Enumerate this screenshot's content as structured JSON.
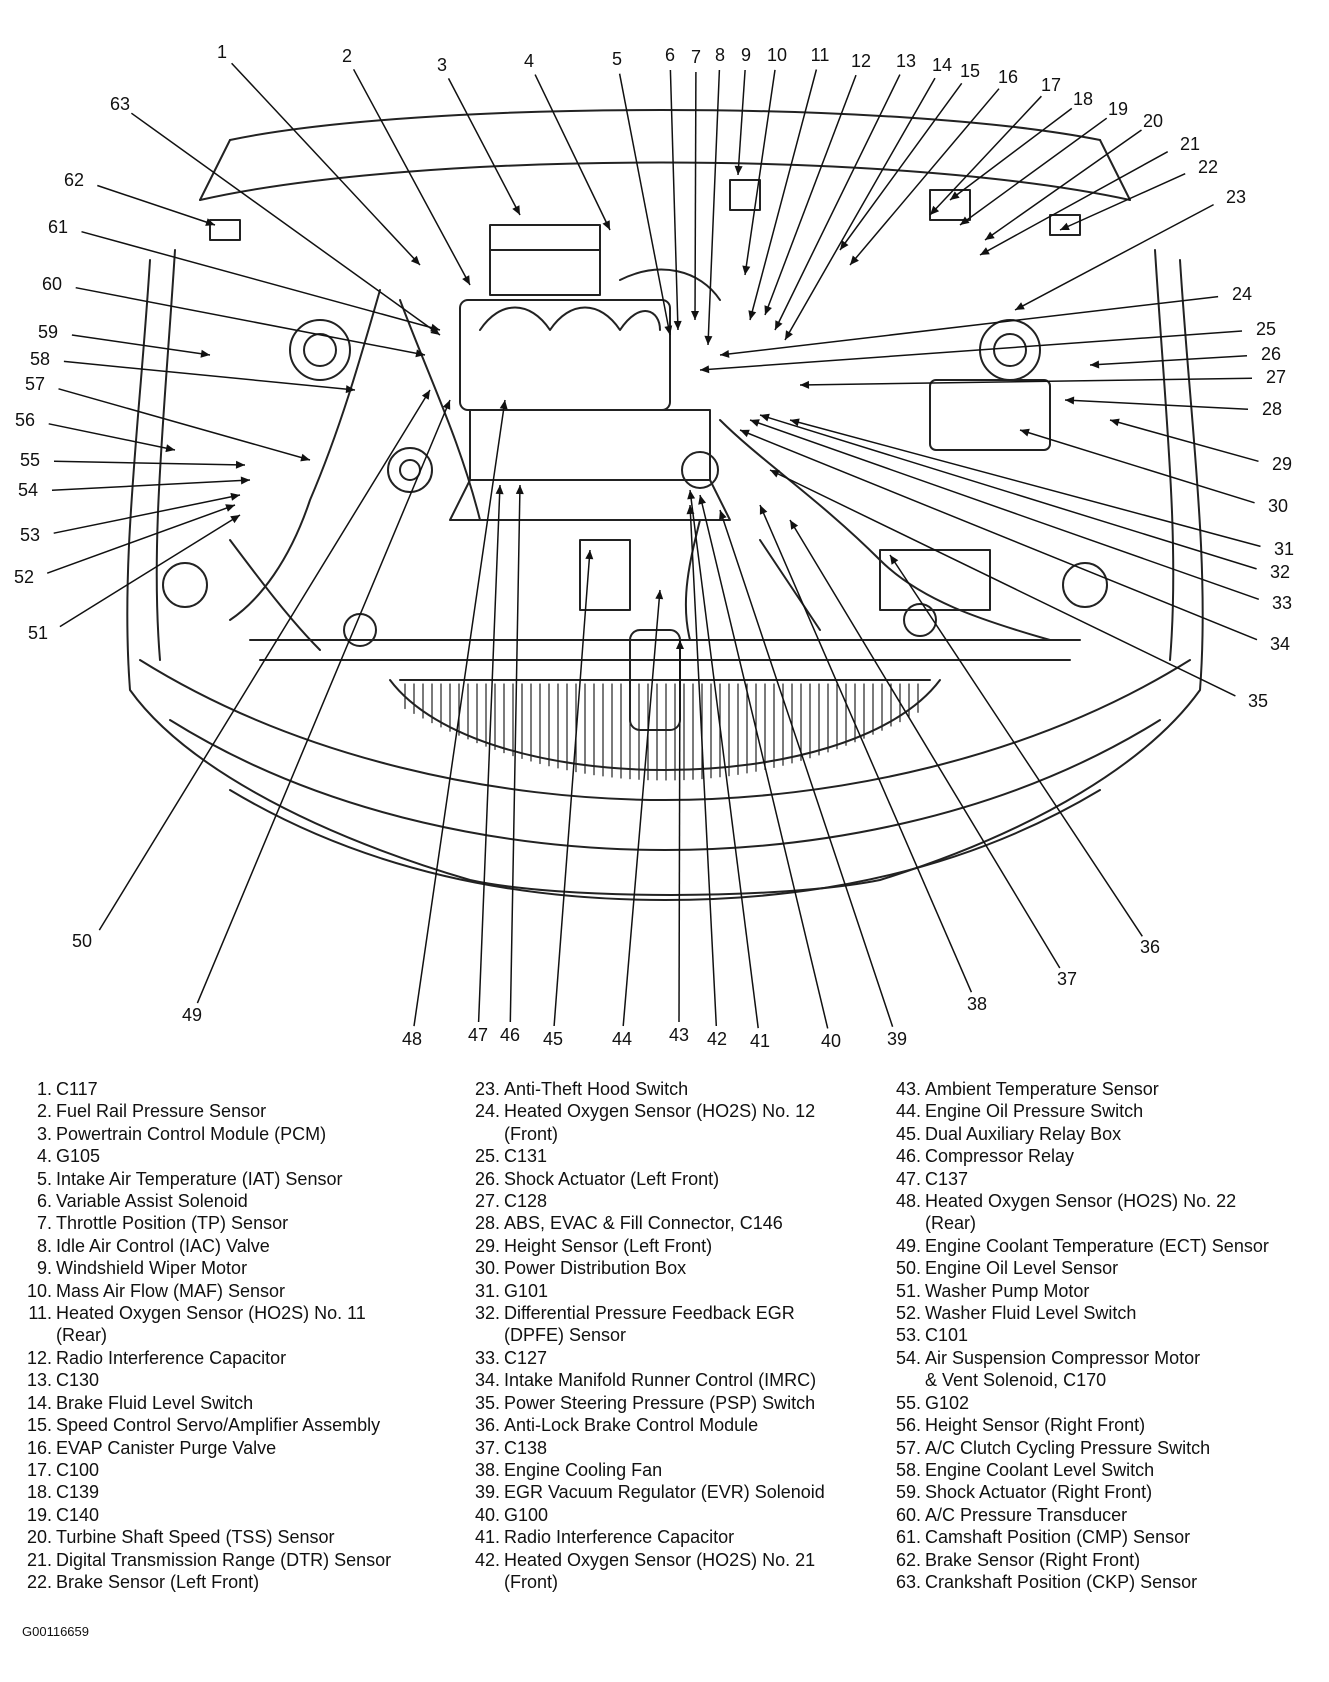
{
  "callouts": [
    "1",
    "2",
    "3",
    "4",
    "5",
    "6",
    "7",
    "8",
    "9",
    "10",
    "11",
    "12",
    "13",
    "14",
    "15",
    "16",
    "17",
    "18",
    "19",
    "20",
    "21",
    "22",
    "23",
    "24",
    "25",
    "26",
    "27",
    "28",
    "29",
    "30",
    "31",
    "32",
    "33",
    "34",
    "35",
    "36",
    "37",
    "38",
    "39",
    "40",
    "41",
    "42",
    "43",
    "44",
    "45",
    "46",
    "47",
    "48",
    "49",
    "50",
    "51",
    "52",
    "53",
    "54",
    "55",
    "56",
    "57",
    "58",
    "59",
    "60",
    "61",
    "62",
    "63"
  ],
  "legend": [
    {
      "num": "1.",
      "lines": [
        "C117"
      ]
    },
    {
      "num": "2.",
      "lines": [
        "Fuel Rail Pressure Sensor"
      ]
    },
    {
      "num": "3.",
      "lines": [
        "Powertrain Control Module (PCM)"
      ]
    },
    {
      "num": "4.",
      "lines": [
        "G105"
      ]
    },
    {
      "num": "5.",
      "lines": [
        "Intake Air Temperature (IAT) Sensor"
      ]
    },
    {
      "num": "6.",
      "lines": [
        "Variable Assist Solenoid"
      ]
    },
    {
      "num": "7.",
      "lines": [
        "Throttle Position (TP) Sensor"
      ]
    },
    {
      "num": "8.",
      "lines": [
        "Idle Air Control (IAC) Valve"
      ]
    },
    {
      "num": "9.",
      "lines": [
        "Windshield Wiper Motor"
      ]
    },
    {
      "num": "10.",
      "lines": [
        "Mass Air Flow (MAF) Sensor"
      ]
    },
    {
      "num": "11.",
      "lines": [
        "Heated Oxygen Sensor (HO2S) No. 11",
        "(Rear)"
      ]
    },
    {
      "num": "12.",
      "lines": [
        "Radio Interference Capacitor"
      ]
    },
    {
      "num": "13.",
      "lines": [
        "C130"
      ]
    },
    {
      "num": "14.",
      "lines": [
        "Brake Fluid Level Switch"
      ]
    },
    {
      "num": "15.",
      "lines": [
        "Speed Control Servo/Amplifier Assembly"
      ]
    },
    {
      "num": "16.",
      "lines": [
        "EVAP Canister Purge Valve"
      ]
    },
    {
      "num": "17.",
      "lines": [
        "C100"
      ]
    },
    {
      "num": "18.",
      "lines": [
        "C139"
      ]
    },
    {
      "num": "19.",
      "lines": [
        "C140"
      ]
    },
    {
      "num": "20.",
      "lines": [
        "Turbine Shaft Speed (TSS) Sensor"
      ]
    },
    {
      "num": "21.",
      "lines": [
        "Digital Transmission Range (DTR) Sensor"
      ]
    },
    {
      "num": "22.",
      "lines": [
        "Brake Sensor (Left Front)"
      ]
    },
    {
      "num": "23.",
      "lines": [
        "Anti-Theft Hood Switch"
      ]
    },
    {
      "num": "24.",
      "lines": [
        "Heated Oxygen Sensor (HO2S) No. 12",
        "(Front)"
      ]
    },
    {
      "num": "25.",
      "lines": [
        "C131"
      ]
    },
    {
      "num": "26.",
      "lines": [
        "Shock Actuator (Left Front)"
      ]
    },
    {
      "num": "27.",
      "lines": [
        "C128"
      ]
    },
    {
      "num": "28.",
      "lines": [
        "ABS, EVAC & Fill Connector, C146"
      ]
    },
    {
      "num": "29.",
      "lines": [
        "Height Sensor (Left Front)"
      ]
    },
    {
      "num": "30.",
      "lines": [
        "Power Distribution Box"
      ]
    },
    {
      "num": "31.",
      "lines": [
        "G101"
      ]
    },
    {
      "num": "32.",
      "lines": [
        "Differential Pressure Feedback EGR",
        "(DPFE) Sensor"
      ]
    },
    {
      "num": "33.",
      "lines": [
        "C127"
      ]
    },
    {
      "num": "34.",
      "lines": [
        "Intake Manifold Runner Control (IMRC)"
      ]
    },
    {
      "num": "35.",
      "lines": [
        "Power Steering Pressure (PSP) Switch"
      ]
    },
    {
      "num": "36.",
      "lines": [
        "Anti-Lock Brake Control Module"
      ]
    },
    {
      "num": "37.",
      "lines": [
        "C138"
      ]
    },
    {
      "num": "38.",
      "lines": [
        "Engine Cooling Fan"
      ]
    },
    {
      "num": "39.",
      "lines": [
        "EGR Vacuum Regulator (EVR) Solenoid"
      ]
    },
    {
      "num": "40.",
      "lines": [
        "G100"
      ]
    },
    {
      "num": "41.",
      "lines": [
        "Radio Interference Capacitor"
      ]
    },
    {
      "num": "42.",
      "lines": [
        "Heated Oxygen Sensor (HO2S) No. 21",
        "(Front)"
      ]
    },
    {
      "num": "43.",
      "lines": [
        "Ambient Temperature Sensor"
      ]
    },
    {
      "num": "44.",
      "lines": [
        "Engine Oil Pressure Switch"
      ]
    },
    {
      "num": "45.",
      "lines": [
        "Dual Auxiliary Relay Box"
      ]
    },
    {
      "num": "46.",
      "lines": [
        "Compressor Relay"
      ]
    },
    {
      "num": "47.",
      "lines": [
        "C137"
      ]
    },
    {
      "num": "48.",
      "lines": [
        "Heated Oxygen Sensor (HO2S) No. 22",
        "(Rear)"
      ]
    },
    {
      "num": "49.",
      "lines": [
        "Engine Coolant Temperature (ECT) Sensor"
      ]
    },
    {
      "num": "50.",
      "lines": [
        "Engine Oil Level Sensor"
      ]
    },
    {
      "num": "51.",
      "lines": [
        "Washer Pump Motor"
      ]
    },
    {
      "num": "52.",
      "lines": [
        "Washer Fluid Level Switch"
      ]
    },
    {
      "num": "53.",
      "lines": [
        "C101"
      ]
    },
    {
      "num": "54.",
      "lines": [
        "Air Suspension Compressor Motor",
        "& Vent Solenoid, C170"
      ]
    },
    {
      "num": "55.",
      "lines": [
        "G102"
      ]
    },
    {
      "num": "56.",
      "lines": [
        "Height Sensor (Right Front)"
      ]
    },
    {
      "num": "57.",
      "lines": [
        "A/C Clutch Cycling Pressure Switch"
      ]
    },
    {
      "num": "58.",
      "lines": [
        "Engine Coolant Level Switch"
      ]
    },
    {
      "num": "59.",
      "lines": [
        "Shock Actuator (Right Front)"
      ]
    },
    {
      "num": "60.",
      "lines": [
        "A/C Pressure Transducer"
      ]
    },
    {
      "num": "61.",
      "lines": [
        "Camshaft Position (CMP) Sensor"
      ]
    },
    {
      "num": "62.",
      "lines": [
        "Brake Sensor (Right Front)"
      ]
    },
    {
      "num": "63.",
      "lines": [
        "Crankshaft Position (CKP) Sensor"
      ]
    }
  ],
  "figure_code": "G00116659"
}
